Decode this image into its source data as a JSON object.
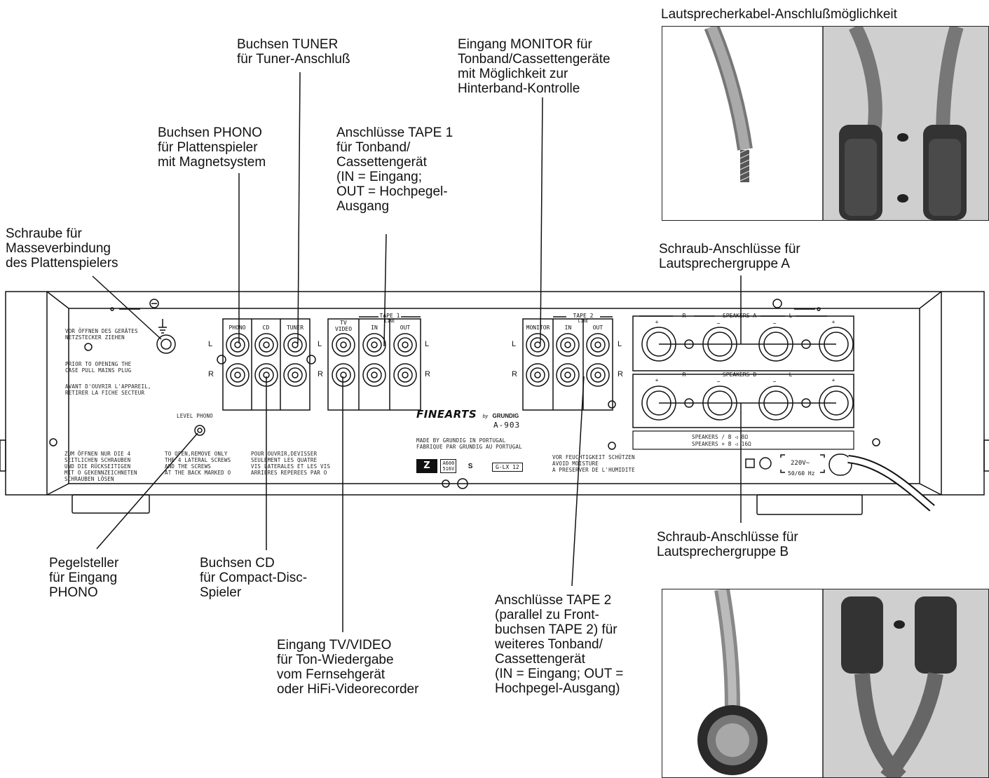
{
  "callouts": {
    "speaker_cable_option": "Lautsprecherkabel-Anschlußmöglichkeit",
    "tuner": "Buchsen TUNER\nfür Tuner-Anschluß",
    "monitor": "Eingang MONITOR für\nTonband/Cassettengeräte\nmit Möglichkeit zur\nHinterband-Kontrolle",
    "phono": "Buchsen PHONO\nfür Plattenspieler\nmit Magnetsystem",
    "tape1": "Anschlüsse TAPE 1\nfür Tonband/\nCassettengerät\n(IN = Eingang;\nOUT = Hochpegel-\nAusgang",
    "ground_screw": "Schraube für\nMasseverbindung\ndes Plattenspielers",
    "speakers_a": "Schraub-Anschlüsse für\nLautsprechergruppe A",
    "speakers_b": "Schraub-Anschlüsse für\nLautsprechergruppe B",
    "level_phono": "Pegelsteller\nfür Eingang\nPHONO",
    "cd": "Buchsen CD\nfür Compact-Disc-\nSpieler",
    "tv_video": "Eingang TV/VIDEO\nfür Ton-Wiedergabe\nvom Fernsehgerät\noder HiFi-Videorecorder",
    "tape2": "Anschlüsse TAPE 2\n(parallel zu Front-\nbuchsen TAPE 2) für\nweiteres Tonband/\nCassettengerät\n(IN = Eingang; OUT =\nHochpegel-Ausgang)"
  },
  "panel": {
    "warn_de": "VOR ÖFFNEN DES GERÄTES\nNETZSTECKER ZIEHEN",
    "warn_en": "PRIOR TO OPENING THE\nCASE PULL MAINS PLUG",
    "warn_fr": "AVANT D'OUVRIR L'APPAREIL,\nRETIRER LA FICHE SECTEUR",
    "level_phono": "LEVEL PHONO",
    "screws_de": "ZUM ÖFFNEN NUR DIE 4\nSEITLICHEN SCHRAUBEN\nUND DIE RÜCKSEITIGEN\nMIT O GEKENNZEICHNETEN\nSCHRAUBEN LÖSEN",
    "screws_en": "TO OPEN,REMOVE ONLY\nTHE 4 LATERAL SCREWS\nAND THE SCREWS\nAT THE BACK MARKED O",
    "screws_fr": "POUR OUVRIR,DEVISSER\nSEULEMENT LES QUATRE\nVIS LATERALES ET LES VIS\nARRIERES REPEREES PAR O",
    "jack_phono": "PHONO",
    "jack_cd": "CD",
    "jack_tuner": "TUNER",
    "jack_tv": "TV\nVIDEO",
    "tape1_header": "TAPE 1",
    "tape2_header": "TAPE 2",
    "line": "LINE",
    "in": "IN",
    "out": "OUT",
    "monitor": "MONITOR",
    "ch_l": "L",
    "ch_r": "R",
    "speakers_a": "SPEAKERS A",
    "speakers_b": "SPEAKERS B",
    "plus": "+",
    "minus": "−",
    "speakers_note_1": "SPEAKERS      / B  ◁  8Ω",
    "speakers_note_2": "SPEAKERS      + B  ◁  16Ω",
    "brand_main": "FINEARTS",
    "brand_by": "by",
    "brand_maker": "GRUNDIG",
    "model": "A-903",
    "made_in": "MADE BY GRUNDIG IN PORTUGAL\nFABRIQUE PAR GRUNDIG AU PORTUGAL",
    "cert_code": "A600\n516V",
    "cert_s": "S",
    "lx_code": "G-LX 12",
    "moisture": "VOR FEUCHTIGKEIT SCHÜTZEN\nAVOID MOISTURE\nA PRESERVER DE L'HUMIDITE",
    "voltage": "220V∼",
    "frequency": "50/60 Hz"
  },
  "colors": {
    "ink": "#111111",
    "panel_fill": "#ffffff",
    "photo_bg": "#d6d6d6"
  }
}
